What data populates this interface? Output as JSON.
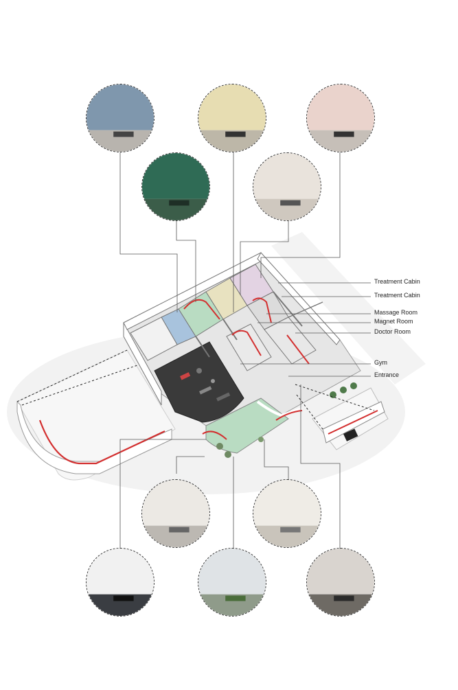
{
  "labels": [
    {
      "id": "treatment-cabin-1",
      "text": "Treatment Cabin"
    },
    {
      "id": "treatment-cabin-2",
      "text": "Treatment Cabin"
    },
    {
      "id": "massage-room",
      "text": "Massage Room"
    },
    {
      "id": "magnet-room",
      "text": "Magnet Room"
    },
    {
      "id": "doctor-room",
      "text": "Doctor Room"
    },
    {
      "id": "gym",
      "text": "Gym"
    },
    {
      "id": "entrance",
      "text": "Entrance"
    }
  ],
  "photos": [
    {
      "id": "photo-treatment-blue",
      "wall": "#7f97ad",
      "floor": "#b8b4ae",
      "furniture": "#444"
    },
    {
      "id": "photo-treatment-yellow",
      "wall": "#e7ddb2",
      "floor": "#bdb7a8",
      "furniture": "#333"
    },
    {
      "id": "photo-treatment-pink",
      "wall": "#ead3cc",
      "floor": "#c6bfb8",
      "furniture": "#333"
    },
    {
      "id": "photo-massage-green",
      "wall": "#2f6b55",
      "floor": "#3b5d49",
      "furniture": "#1e2f26"
    },
    {
      "id": "photo-magnet-room",
      "wall": "#e9e3dc",
      "floor": "#cfc8bf",
      "furniture": "#555"
    },
    {
      "id": "photo-corridor-curved",
      "wall": "#ece9e4",
      "floor": "#bcb8b2",
      "furniture": "#666"
    },
    {
      "id": "photo-corridor-straight",
      "wall": "#efece6",
      "floor": "#c9c4bb",
      "furniture": "#777"
    },
    {
      "id": "photo-gym",
      "wall": "#f1f1f1",
      "floor": "#3a3d42",
      "furniture": "#111"
    },
    {
      "id": "photo-garden",
      "wall": "#dfe3e6",
      "floor": "#8f9b8a",
      "furniture": "#4a6d3a"
    },
    {
      "id": "photo-entrance",
      "wall": "#d9d4cf",
      "floor": "#6e6a64",
      "furniture": "#2b2b2b"
    }
  ],
  "colors": {
    "accent": "#d32f2f",
    "wall": "#ffffff",
    "floor": "#e6e6e6",
    "garden": "#b9dcc2",
    "dark_floor": "#3a3a3a"
  }
}
